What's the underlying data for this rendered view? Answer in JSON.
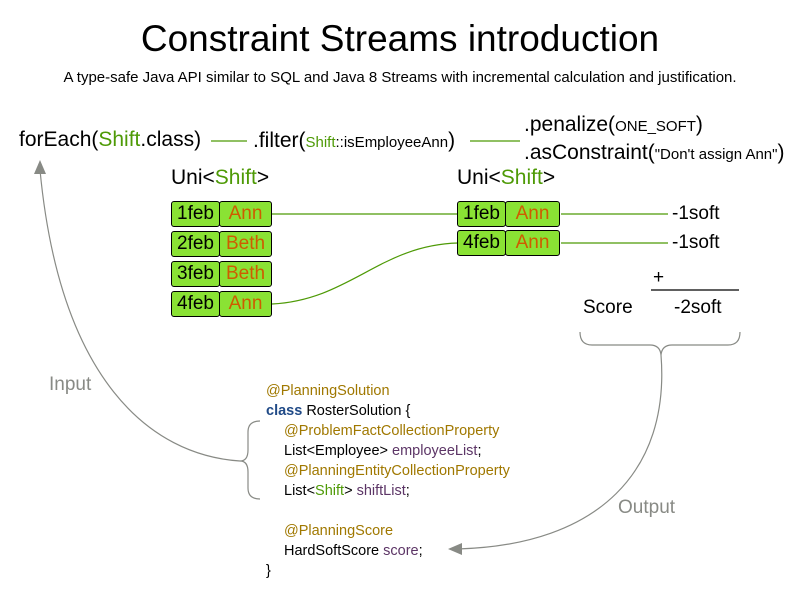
{
  "title": "Constraint Streams introduction",
  "subtitle": "A type-safe Java API similar to SQL and Java 8 Streams with incremental calculation and justification.",
  "stream": {
    "foreach_prefix": "forEach(",
    "foreach_class": "Shift",
    "foreach_suffix": ".class)",
    "filter_prefix": ".filter(",
    "filter_class": "Shift",
    "filter_method": "::isEmployeeAnn",
    "filter_suffix": ")",
    "penalize_prefix": ".penalize(",
    "penalize_arg": "ONE_SOFT",
    "penalize_suffix": ")",
    "as_prefix": ".asConstraint(",
    "as_arg": "\"Don't assign Ann\"",
    "as_suffix": ")"
  },
  "uni_left": {
    "prefix": "Uni<",
    "type": "Shift",
    "suffix": ">"
  },
  "uni_right": {
    "prefix": "Uni<",
    "type": "Shift",
    "suffix": ">"
  },
  "left_tuples": [
    {
      "date": "1feb",
      "name": "Ann"
    },
    {
      "date": "2feb",
      "name": "Beth"
    },
    {
      "date": "3feb",
      "name": "Beth"
    },
    {
      "date": "4feb",
      "name": "Ann"
    }
  ],
  "right_tuples": [
    {
      "date": "1feb",
      "name": "Ann"
    },
    {
      "date": "4feb",
      "name": "Ann"
    }
  ],
  "penalties": [
    "-1soft",
    "-1soft"
  ],
  "sum": {
    "plus": "+",
    "label": "Score",
    "value": "-2soft"
  },
  "labels": {
    "input": "Input",
    "output": "Output"
  },
  "code": {
    "ann_solution": "@PlanningSolution",
    "kw_class": "class",
    "class_decl": " RosterSolution {",
    "ann_fact": "@ProblemFactCollectionProperty",
    "list_employee": "List<Employee> ",
    "employee_var": "employeeList",
    "semicolon1": ";",
    "ann_entity": "@PlanningEntityCollectionProperty",
    "list_prefix": "List<",
    "list_shift": "Shift",
    "list_suffix": "> ",
    "shift_var": "shiftList",
    "semicolon2": ";",
    "ann_score": "@PlanningScore",
    "score_type": "HardSoftScore ",
    "score_var": "score",
    "semicolon3": ";",
    "closing": "}"
  },
  "colors": {
    "tuple_fill": "#8ae234",
    "green_text": "#4e9a06",
    "name_text": "#ce5c00",
    "annotation": "#a07800",
    "keyword": "#204a87",
    "variable": "#5c3566",
    "gray": "#888a85"
  }
}
